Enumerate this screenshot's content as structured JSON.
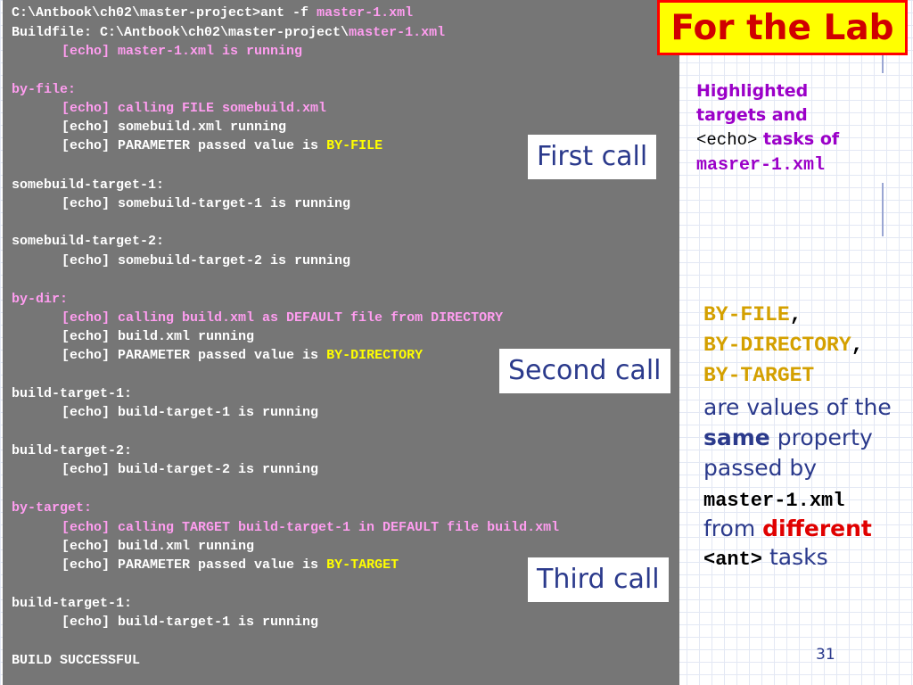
{
  "console": {
    "lines": [
      {
        "a": "C:\\Antbook\\ch02\\master-project>ant -f ",
        "b": "master-1.xml"
      },
      {
        "a": "Buildfile: C:\\Antbook\\ch02\\master-project\\",
        "b": "master-1.xml"
      },
      {
        "a": "[echo] master-1.xml is running"
      },
      {
        "a": "by-file:"
      },
      {
        "a": "[echo] calling FILE somebuild.xml"
      },
      {
        "a": "[echo] somebuild.xml running"
      },
      {
        "a": "[echo] PARAMETER passed value is ",
        "b": "BY-FILE"
      },
      {
        "a": "somebuild-target-1:"
      },
      {
        "a": "[echo] somebuild-target-1 is running"
      },
      {
        "a": "somebuild-target-2:"
      },
      {
        "a": "[echo] somebuild-target-2 is running"
      },
      {
        "a": "by-dir:"
      },
      {
        "a": "[echo] calling build.xml as DEFAULT file from DIRECTORY"
      },
      {
        "a": "[echo] build.xml running"
      },
      {
        "a": "[echo] PARAMETER passed value is ",
        "b": "BY-DIRECTORY"
      },
      {
        "a": "build-target-1:"
      },
      {
        "a": "[echo] build-target-1 is running"
      },
      {
        "a": "build-target-2:"
      },
      {
        "a": "[echo] build-target-2 is running"
      },
      {
        "a": "by-target:"
      },
      {
        "a": "[echo] calling TARGET build-target-1 in DEFAULT file build.xml"
      },
      {
        "a": "[echo] build.xml running"
      },
      {
        "a": "[echo] PARAMETER passed value is ",
        "b": "BY-TARGET"
      },
      {
        "a": "build-target-1:"
      },
      {
        "a": "[echo] build-target-1 is running"
      },
      {
        "a": "BUILD SUCCESSFUL"
      }
    ]
  },
  "callouts": {
    "first": "First call",
    "second": "Second call",
    "third": "Third call"
  },
  "lab_title": "For the Lab",
  "highlight_note": {
    "line1": "Highlighted",
    "line2": "targets and",
    "echo_tag": "<echo>",
    "tasks_of": "tasks of",
    "filename": "masrer-1.xml"
  },
  "values_note": {
    "v1": "BY-FILE",
    "v2": "BY-DIRECTORY",
    "v3": "BY-TARGET",
    "comma": ",",
    "d1": "are values of the",
    "same": "same",
    "property": "property",
    "passed_by": "passed by",
    "master": "master-1.xml",
    "from": "from",
    "different": "different",
    "ant_tag": "<ant>",
    "tasks": "tasks"
  },
  "page_number": "31",
  "colors": {
    "console_bg": "#767676",
    "highlight_pink": "#ff9df0",
    "highlight_yellow": "#ffff00",
    "lab_border": "#ff0000",
    "lab_bg": "#ffff00"
  }
}
